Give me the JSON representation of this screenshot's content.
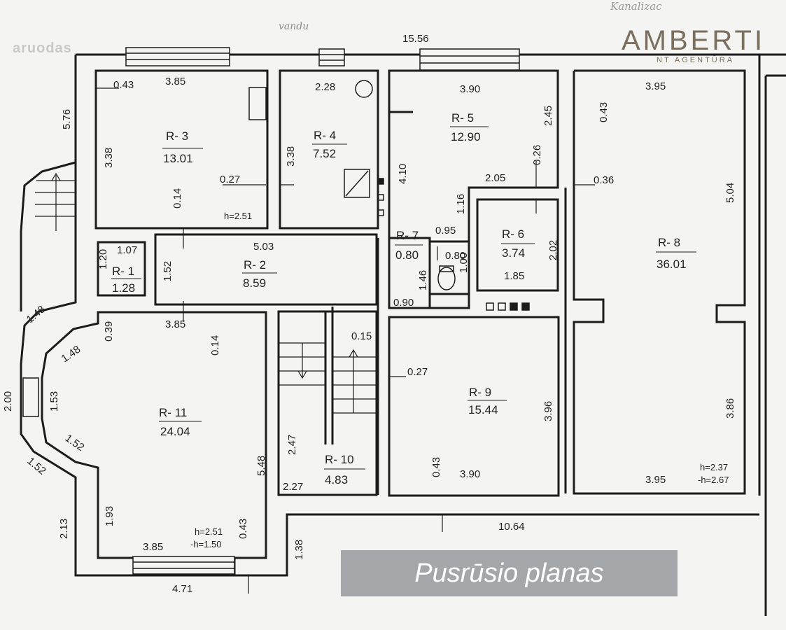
{
  "watermark": "aruodas",
  "brand": {
    "name": "AMBERTI",
    "subtitle": "NT AGENTŪRA",
    "color": "#7a6f5e"
  },
  "caption": "Pusrūsio planas",
  "handwritten": {
    "top_right": "Kanalizac",
    "top_left": "vandu"
  },
  "rooms": [
    {
      "id": "r3",
      "name": "R- 3",
      "area": "13.01"
    },
    {
      "id": "r4",
      "name": "R- 4",
      "area": "7.52"
    },
    {
      "id": "r5",
      "name": "R- 5",
      "area": "12.90"
    },
    {
      "id": "r8",
      "name": "R- 8",
      "area": "36.01"
    },
    {
      "id": "r7",
      "name": "R- 7",
      "area": "0.80"
    },
    {
      "id": "r6",
      "name": "R- 6",
      "area": "3.74"
    },
    {
      "id": "r1",
      "name": "R- 1",
      "area": "1.28"
    },
    {
      "id": "r2",
      "name": "R- 2",
      "area": "8.59"
    },
    {
      "id": "r11",
      "name": "R- 11",
      "area": "24.04"
    },
    {
      "id": "r10",
      "name": "R- 10",
      "area": "4.83"
    },
    {
      "id": "r9",
      "name": "R- 9",
      "area": "15.44"
    }
  ],
  "dimensions": {
    "top_total": "15.56",
    "r3_top": "3.85",
    "r3_offset": "0.43",
    "r3_side": "3.38",
    "r3_wall": "0.27",
    "r3_gap": "0.14",
    "r4_top": "2.28",
    "r4_side": "3.38",
    "r5_top": "3.90",
    "r5_right": "2.45",
    "r5_side": "4.10",
    "r5_step": "0.26",
    "r5_bottom": "2.05",
    "r6_gap": "1.16",
    "r6_side": "2.02",
    "r6_bottom": "1.85",
    "r7_top": "0.95",
    "r7_w": "0.80",
    "r7_side": "1.46",
    "r7_wc": "1.00",
    "r7_bottom": "0.90",
    "r8_top": "3.95",
    "r8_offset": "0.43",
    "r8_wall": "0.36",
    "r8_side_upper": "5.04",
    "r8_side_lower": "3.86",
    "r8_bottom": "3.95",
    "r1_side": "1.20",
    "r1_top": "1.07",
    "r2_top": "5.03",
    "r2_side": "1.52",
    "left_upper": "5.76",
    "r11_top": "3.85",
    "r11_corner": "0.39",
    "r11_gap": "0.14",
    "r11_right": "5.48",
    "r11_bay_top": "1.48",
    "r11_bay_top2": "1.48",
    "r11_bay_mid": "1.53",
    "r11_bay_low": "1.52",
    "r11_bay_low2": "1.52",
    "r11_left_low": "1.93",
    "r11_corner_low": "0.43",
    "r11_bottom": "3.85",
    "left_total": "2.00",
    "left_low": "2.13",
    "bottom_total": "4.71",
    "r10_step": "0.15",
    "r10_side": "2.47",
    "r10_bottom": "2.27",
    "r9_wall": "0.27",
    "r9_side": "3.96",
    "r9_offset": "0.43",
    "r9_bottom": "3.90",
    "bottom_right_total": "10.64",
    "stair_depth": "1.38"
  },
  "heights": {
    "r3": "h=2.51",
    "r11_a": "h=2.51",
    "r11_b": "-h=1.50",
    "r8_a": "h=2.37",
    "r8_b": "-h=2.67"
  }
}
